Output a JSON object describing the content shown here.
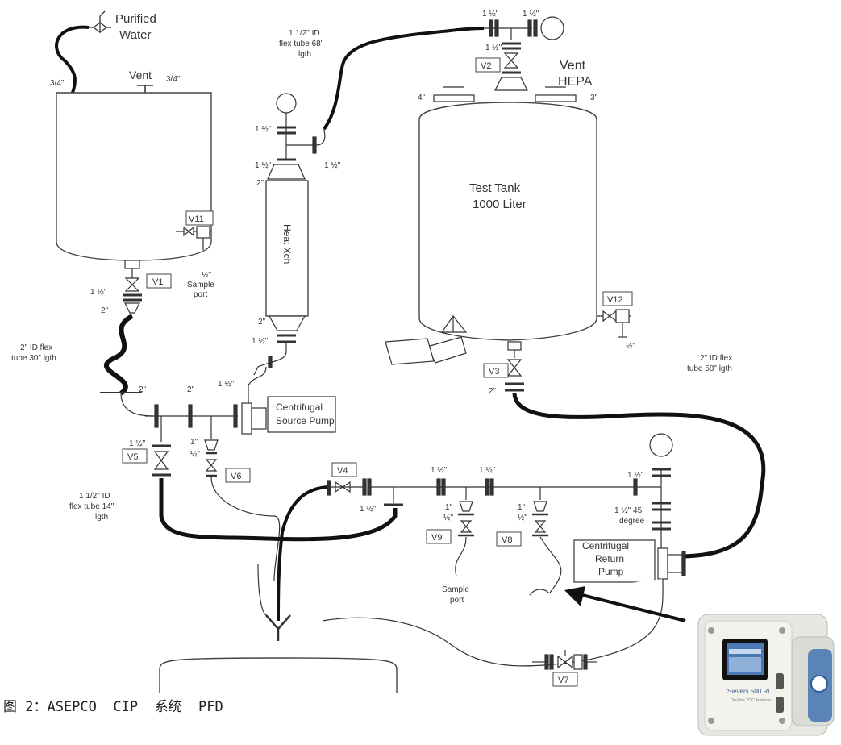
{
  "labels": {
    "purified_water_1": "Purified",
    "purified_water_2": "Water",
    "vent_left": "Vent",
    "vent_left_size": "3/4\"",
    "inlet_size": "3/4\"",
    "v11": "V11",
    "sample_port_size_v11": "½\"",
    "sample_port_1": "Sample",
    "sample_port_2": "port",
    "v1": "V1",
    "v1_top": "1 ½\"",
    "v1_bottom": "2\"",
    "flex_30_1": "2\" ID flex",
    "flex_30_2": "tube 30\" lgth",
    "header_2a": "2\"",
    "header_2b": "2\"",
    "v5_size": "1 ½\"",
    "v5": "V5",
    "v6_size_1": "1\"",
    "v6_size_2": "½\"",
    "v6": "V6",
    "flex_14_1": "1 1/2\" ID",
    "flex_14_2": "flex tube 14\"",
    "flex_14_3": "lgth",
    "source_pump_size": "1 ½\"",
    "source_pump_1": "Centrifugal",
    "source_pump_2": "Source Pump",
    "hx_label": "Heat Xch",
    "hx_top_2": "2\"",
    "hx_bottom_2": "2\"",
    "hx_bottom_15": "1 ½\"",
    "hx_gauge_size": "1 ½\"",
    "hx_tee_size": "1 ½\"",
    "hx_tee_out": "1 ½\"",
    "flex_68_1": "1 1/2\" ID",
    "flex_68_2": "flex tube 68\"",
    "flex_68_3": "lgth",
    "v2": "V2",
    "v2_size_a": "1 ½\"",
    "v2_size_b": "1 ½\"",
    "v2_size_c": "1 ½\"",
    "vent_hepa_1": "Vent",
    "vent_hepa_2": "HEPA",
    "tank_4": "4\"",
    "tank_3": "3\"",
    "test_tank_1": "Test Tank",
    "test_tank_2": "1000 Liter",
    "v12": "V12",
    "v12_size": "½\"",
    "v3": "V3",
    "v3_size": "2\"",
    "flex_58_1": "2\" ID flex",
    "flex_58_2": "tube 58\" lgth",
    "v4": "V4",
    "v4_out": "1 ½\"",
    "ret_a": "1 ½\"",
    "ret_b": "1 ½\"",
    "ret_c": "1 ½\"",
    "deg_1": "1 ½\" 45",
    "deg_2": "degree",
    "v9_1": "1\"",
    "v9_2": "½\"",
    "v9": "V9",
    "v8_1": "1\"",
    "v8_2": "½\"",
    "v8": "V8",
    "sample_port_b1": "Sample",
    "sample_port_b2": "port",
    "return_pump_1": "Centrifugal",
    "return_pump_2": "Return",
    "return_pump_3": "Pump",
    "v7": "V7",
    "analyzer_brand": "Sievers 500 RL",
    "analyzer_sub": "On-Line TOC Analyzer"
  },
  "caption": "图 2：ASEPCO  CIP  系统  PFD"
}
